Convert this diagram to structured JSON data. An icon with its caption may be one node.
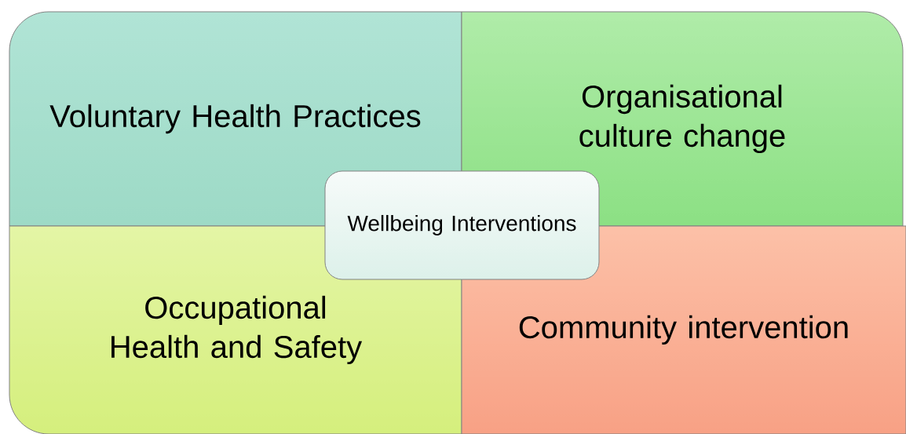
{
  "diagram": {
    "nodes": [
      {
        "text": [
          "Voluntary Health Practices"
        ]
      },
      {
        "text": [
          "Organisational culture change"
        ]
      },
      {
        "text": [
          "Wellbeing Interventions"
        ]
      },
      {
        "text": [
          "Occupational Health and Safety"
        ]
      },
      {
        "text": [
          "Community intervention"
        ]
      }
    ]
  }
}
